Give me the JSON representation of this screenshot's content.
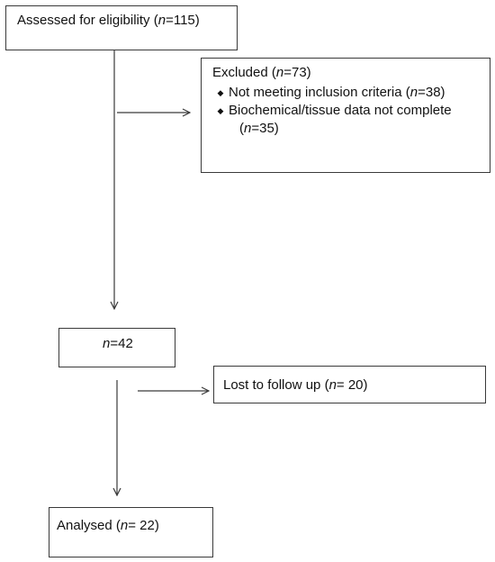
{
  "boxes": {
    "assessed": {
      "label": "Assessed for eligibility (",
      "n_label": "n",
      "value": "=115)"
    },
    "excluded": {
      "title_label": "Excluded  (",
      "title_n": "n",
      "title_value": "=73)",
      "items": [
        {
          "label": "Not meeting inclusion criteria (",
          "n_label": "n",
          "value": "=38)"
        },
        {
          "label": "Biochemical/tissue data not complete",
          "n_label": "n",
          "value": "=35)",
          "value_prefix": "("
        }
      ],
      "bullet_icon": "diamond-bullet"
    },
    "remaining": {
      "n_label": "n",
      "value": "=42"
    },
    "lost": {
      "label": "Lost to follow up (",
      "n_label": "n",
      "value": "= 20)"
    },
    "analysed": {
      "label": "Analysed  (",
      "n_label": "n",
      "value": "= 22)"
    }
  },
  "colors": {
    "border": "#3a3a3a",
    "arrow": "#3a3a3a",
    "text": "#111111"
  }
}
